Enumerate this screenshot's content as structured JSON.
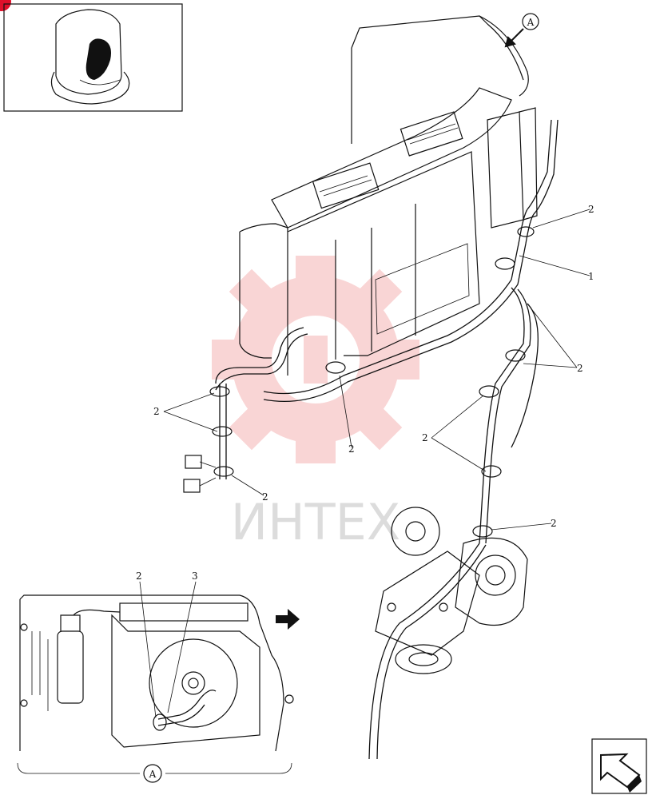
{
  "callouts": {
    "view_label": "A",
    "items": [
      {
        "id": "c1",
        "text": "1"
      },
      {
        "id": "c2a",
        "text": "2"
      },
      {
        "id": "c2b",
        "text": "2"
      },
      {
        "id": "c2c",
        "text": "2"
      },
      {
        "id": "c2d",
        "text": "2"
      },
      {
        "id": "c2e",
        "text": "2"
      },
      {
        "id": "c2f",
        "text": "2"
      },
      {
        "id": "c2g",
        "text": "2"
      },
      {
        "id": "c2h",
        "text": "2"
      },
      {
        "id": "c3",
        "text": "3"
      }
    ]
  },
  "watermark": {
    "text": "ИНТЕХ",
    "color": "#f2a7a7"
  },
  "colors": {
    "line": "#111111",
    "corner_marker": "#e0102a"
  },
  "icons": {
    "view_arrow": "arrow-icon",
    "next_page": "next-page-arrow-icon"
  }
}
